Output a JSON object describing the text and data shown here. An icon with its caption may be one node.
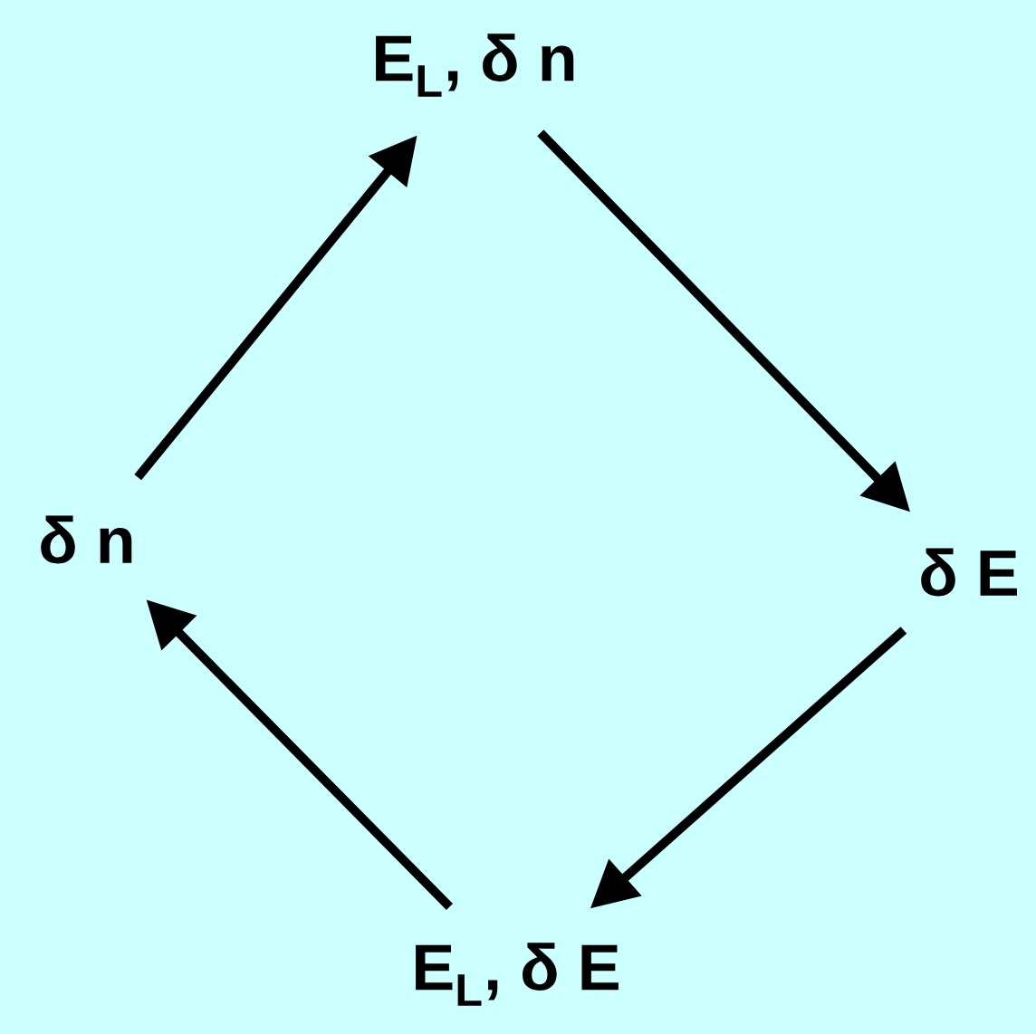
{
  "diagram": {
    "nodes": [
      {
        "text": [
          "E$_{L}$,  δ n"
        ]
      },
      {
        "text": [
          "δ E"
        ]
      },
      {
        "text": [
          "E$_{L}$, δ E"
        ]
      },
      {
        "text": [
          "δ n"
        ]
      }
    ],
    "edges": [
      {
        "from": 0,
        "to": 1,
        "arrow": "to"
      },
      {
        "from": 1,
        "to": 2,
        "arrow": "to"
      },
      {
        "from": 2,
        "to": 3,
        "arrow": "to"
      },
      {
        "from": 3,
        "to": 0,
        "arrow": "to"
      }
    ]
  }
}
